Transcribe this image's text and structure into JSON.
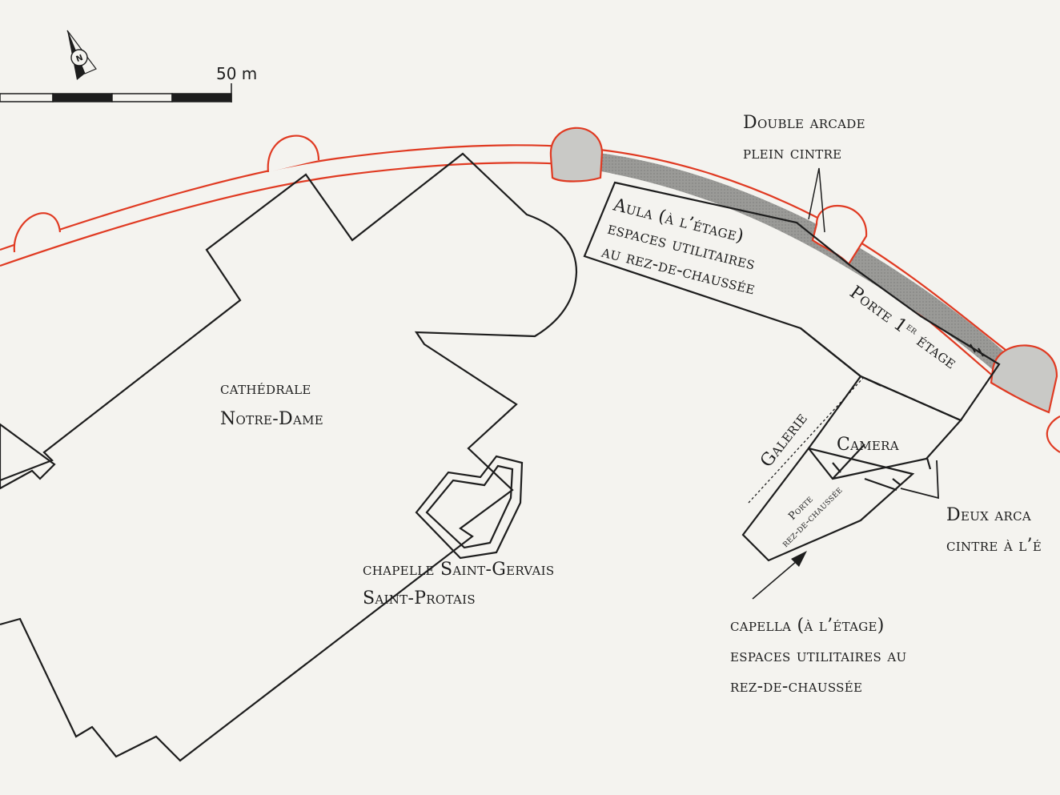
{
  "scale": {
    "label": "50 m"
  },
  "north": {
    "letter": "N"
  },
  "labels": {
    "double_arcade": [
      "Double arcade",
      "plein cintre"
    ],
    "aula": [
      "Aula (à l’étage)",
      "espaces utilitaires",
      "au rez-de-chaussée"
    ],
    "porte_etage": {
      "text": "Porte 1",
      "sup": "er",
      "after": " étage"
    },
    "cathedrale": [
      "cathédrale",
      "Notre-Dame"
    ],
    "galerie": "Galerie",
    "camera": "Camera",
    "porte_rdc": [
      "Porte",
      "rez-de-chaussée"
    ],
    "deux_arcades": [
      "Deux arca",
      "cintre à l’é"
    ],
    "chapelle": [
      "chapelle Saint-Gervais",
      "Saint-Protais"
    ],
    "capella": [
      "capella (à l’étage)",
      "espaces utilitaires au",
      "rez-de-chaussée"
    ]
  },
  "colors": {
    "rampart": "#e03a22",
    "wall": "#1d1d1d",
    "shaded": "#c9c9c6",
    "paper": "#f4f3ef"
  }
}
